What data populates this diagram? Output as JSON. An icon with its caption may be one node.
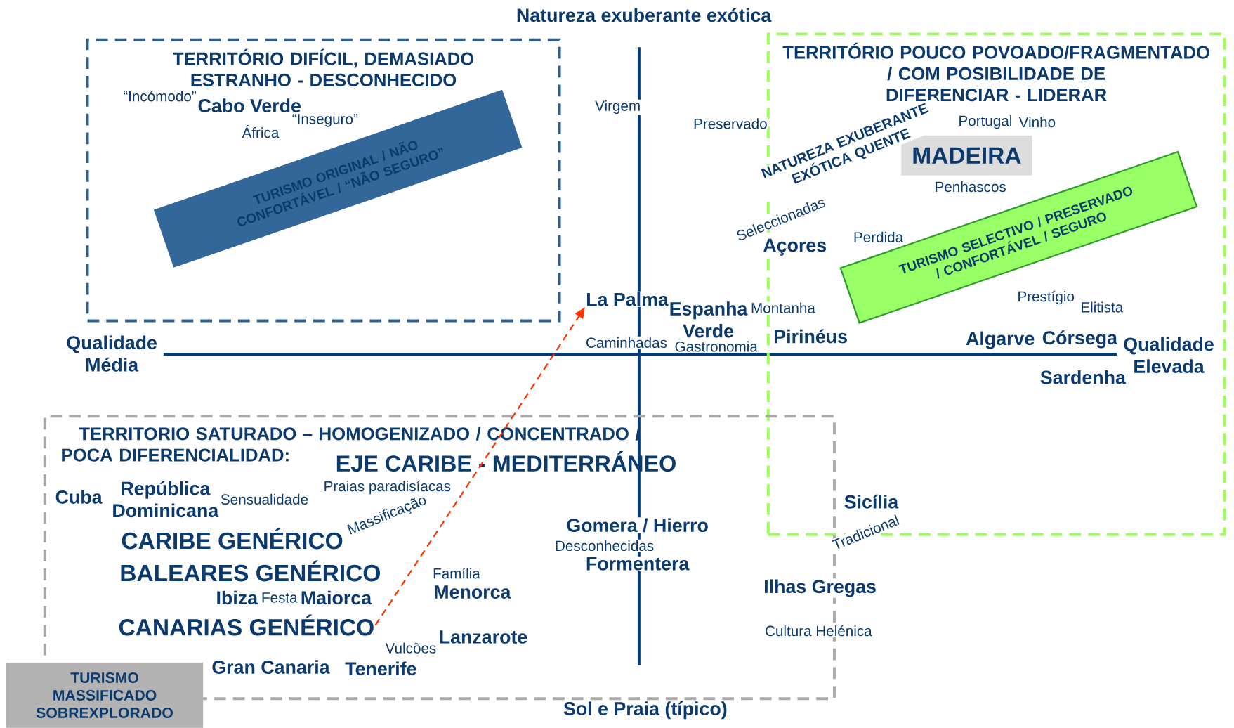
{
  "diagram": {
    "nodes": [
      {
        "text": [
          "TERRITÓRIO DIFÍCIL, DEMASIADO ESTRANHO - DESCONHECIDO"
        ]
      },
      {
        "text": [
          "TURISMO ORIGINAL / NÃO CONFORTÁVEL / “NÃO SEGURO”"
        ],
        "in": 0
      },
      {
        "text": [
          "TERRITÓRIO POUCO POVOADO/FRAGMENTADO / COM POSIBILIDADE DE DIFERENCIAR - LIDERAR"
        ]
      },
      {
        "text": [
          "MADEIRA"
        ],
        "in": 2
      },
      {
        "text": [
          "TURISMO SELECTIVO / PRESERVADO / CONFORTÁVEL / SEGURO"
        ],
        "in": 2
      },
      {
        "text": [
          "TERRITORIO SATURADO – HOMOGENIZADO / CONCENTRADO / POCA DIFERENCIALIDAD:",
          "EJE CARIBE - MEDITERRÁNEO"
        ]
      },
      {
        "text": [
          "TURISMO MASSIFICADO SOBREXPLORADO"
        ]
      },
      {
        "text": [
          "CANARIAS GENÉRICO"
        ],
        "in": 5
      },
      {
        "text": [
          "La Palma"
        ]
      }
    ],
    "edges": [
      {
        "from": 7,
        "to": 8,
        "arrow": "to",
        "style": "dashed",
        "color": "#ff3300"
      }
    ],
    "labels": [
      "Natureza exuberante exótica",
      "“Incómodo”",
      "Cabo Verde",
      "“Inseguro”",
      "África",
      "Virgem",
      "Preservado",
      "Portugal",
      "Vinho",
      "NATUREZA EXUBERANTE EXÓTICA QUENTE",
      "Penhascos",
      "Seleccionadas",
      "Perdida",
      "Açores",
      "Prestígio",
      "Espanha Verde",
      "Montanha",
      "Elitista",
      "Qualidade Média",
      "Caminhadas",
      "Gastronomia",
      "Pirinéus",
      "Algarve",
      "Córsega",
      "Qualidade Elevada",
      "Sardenha",
      "Cuba",
      "República Dominicana",
      "Sensualidade",
      "Praias paradisíacas",
      "CARIBE GENÉRICO",
      "Massificação",
      "BALEARES GENÉRICO",
      "Família",
      "Ibiza",
      "Festa",
      "Maiorca",
      "Menorca",
      "Gomera / Hierro",
      "Desconhecidas",
      "Formentera",
      "Sicília",
      "Tradicional",
      "Ilhas Gregas",
      "Cultura Helénica",
      "Lanzarote",
      "Vulcões",
      "Gran Canaria",
      "Tenerife",
      "Sol e Praia (típico)"
    ]
  }
}
